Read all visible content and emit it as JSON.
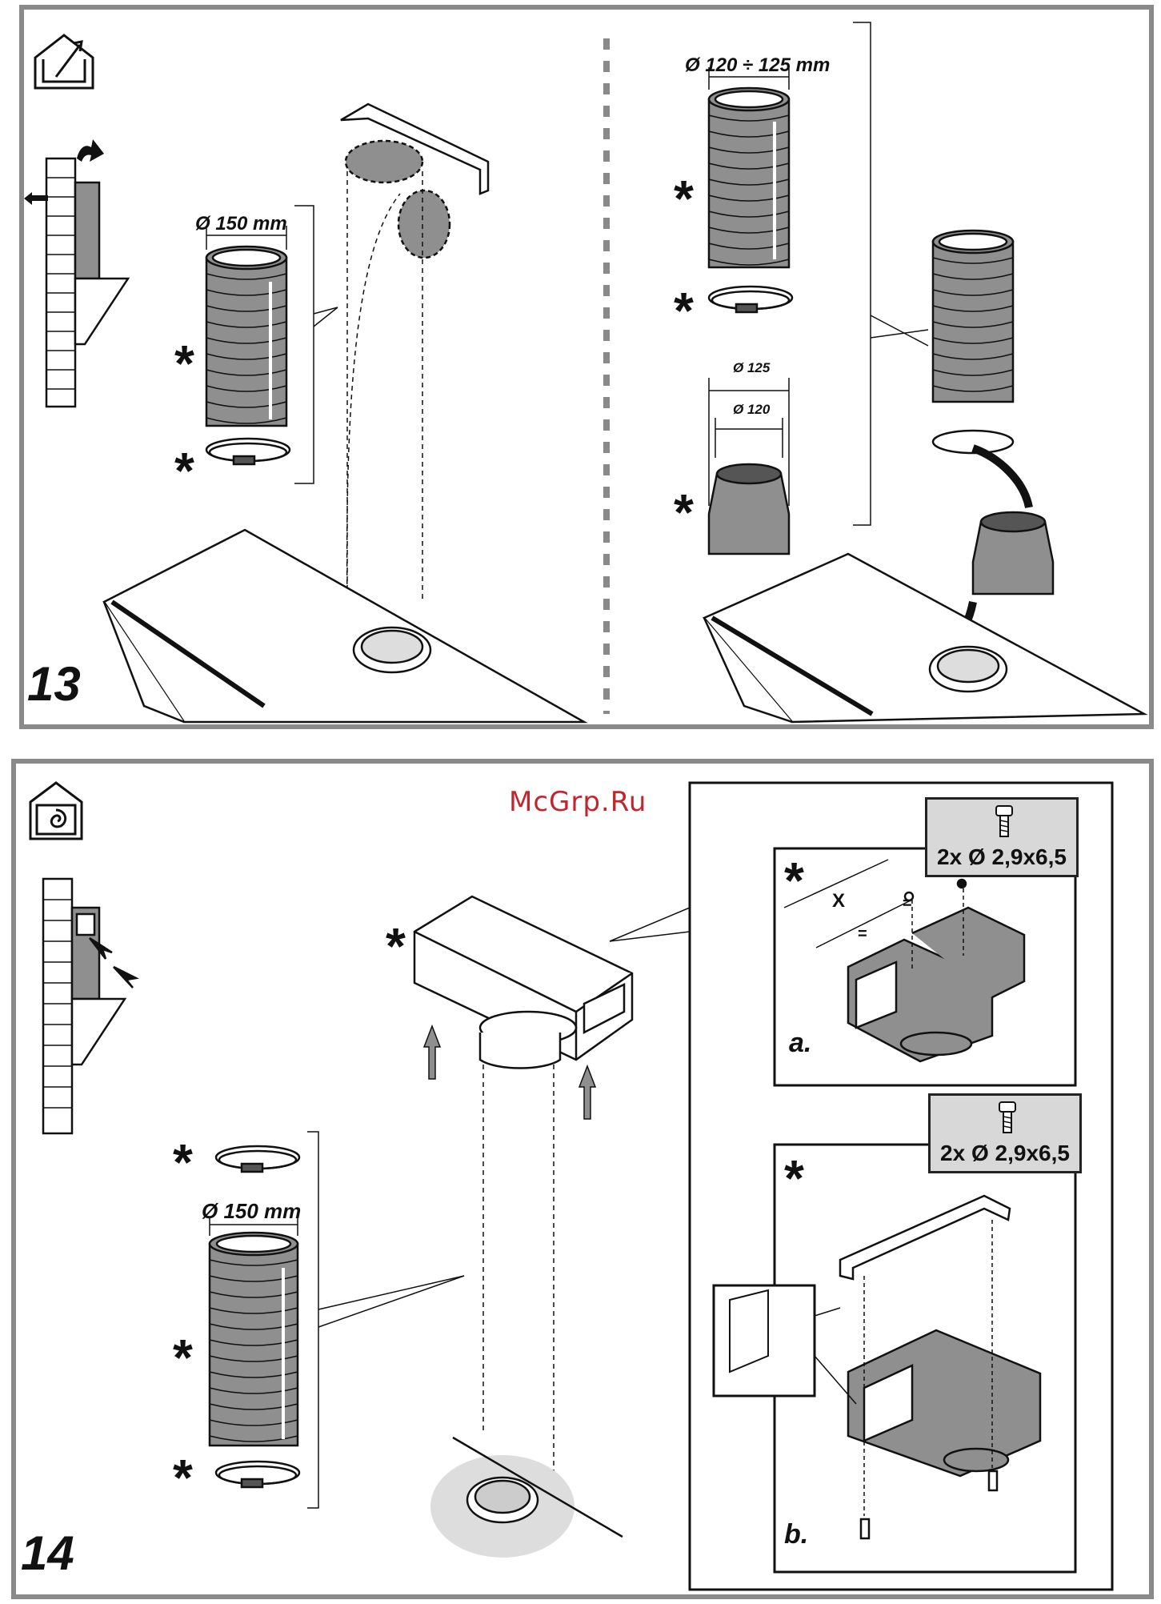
{
  "watermark": "McGrp.Ru",
  "step13": {
    "number": "13",
    "left": {
      "diameter": "Ø 150 mm"
    },
    "right": {
      "diameter": "Ø 120 ÷ 125 mm",
      "adapter_outer": "Ø 125",
      "adapter_inner": "Ø 120"
    }
  },
  "step14": {
    "number": "14",
    "diameter": "Ø 150 mm",
    "detail_a": {
      "label": "a.",
      "screws": "2x Ø 2,9x6,5",
      "dim_x": "X",
      "dim_eq": "="
    },
    "detail_b": {
      "label": "b.",
      "screws": "2x Ø 2,9x6,5"
    }
  },
  "optional_mark": "*",
  "icons": [
    "ducted-exhaust-icon",
    "recirculation-icon"
  ],
  "colors": {
    "frame": "#8a8a8a",
    "fill": "#8f8f8f",
    "watermark": "#c0272d"
  }
}
